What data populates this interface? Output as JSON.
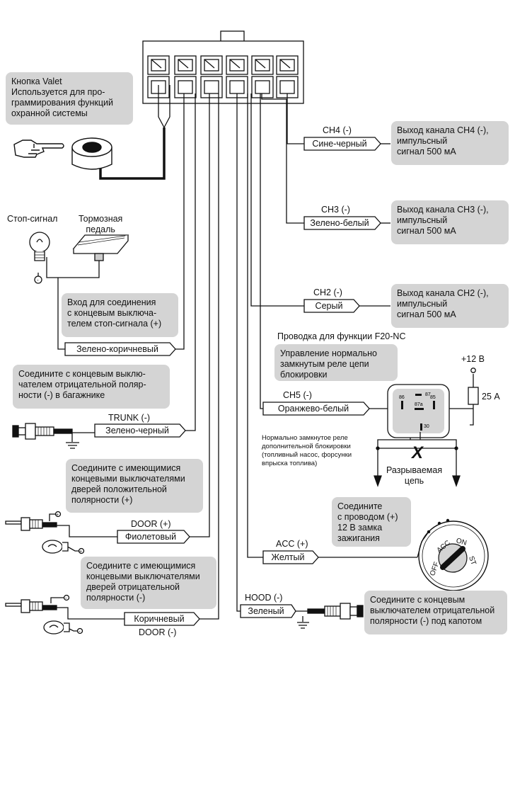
{
  "notes": {
    "valet": "Кнопка Valet\nИспользуется для про-\nграммирования функций\nохранной системы",
    "ch4": "Выход канала CH4 (-),\nимпульсный\nсигнал 500 мА",
    "ch3": "Выход канала CH3 (-),\nимпульсный\nсигнал 500 мА",
    "ch2": "Выход канала CH2 (-),\nимпульсный\nсигнал 500 мА",
    "brake": "Вход для соединения\nс концевым выключа-\nтелем стоп-сигнала (+)",
    "relay_control": "Управление нормально\nзамкнутым реле цепи\nблокировки",
    "trunk": "Соедините с концевым выклю-\nчателем отрицательной поляр-\nности (-) в багажнике",
    "door_pos": "Соедините с имеющимися\nконцевыми выключателями\nдверей положительной\nполярности (+)",
    "acc": "Соедините\nс проводом (+)\n12 В замка\nзажигания",
    "door_neg": "Соедините с имеющимися\nконцевыми выключателями\nдверей отрицательной\nполярности (-)",
    "hood": "Соедините с концевым\nвыключателем отрицательной\nполярности (-) под капотом"
  },
  "labels": {
    "stop_signal": "Стоп-сигнал",
    "brake_pedal": "Тормозная\nпедаль",
    "f20_title": "Проводка для функции F20-NC",
    "plus12": "+12 В",
    "fuse": "25 А",
    "nc_relay": "Нормально замкнутое реле\nдополнительной блокировки\n(топливный насос, форсунки\nвпрыска топлива)",
    "break_circuit": "Разрываемая\nцепь",
    "break_mark": "X",
    "minus": "-",
    "plus": "+"
  },
  "relay_pins": [
    "87",
    "86",
    "87a",
    "85",
    "30"
  ],
  "ignition": {
    "off": "OFF",
    "acc": "ACC",
    "on": "ON",
    "st": "ST"
  },
  "wires": [
    {
      "id": "ch4",
      "signal": "CH4 (-)",
      "color_name": "Сине-черный"
    },
    {
      "id": "ch3",
      "signal": "CH3 (-)",
      "color_name": "Зелено-белый"
    },
    {
      "id": "ch2",
      "signal": "CH2 (-)",
      "color_name": "Серый"
    },
    {
      "id": "brake",
      "signal": "",
      "color_name": "Зелено-коричневый"
    },
    {
      "id": "ch5",
      "signal": "CH5 (-)",
      "color_name": "Оранжево-белый"
    },
    {
      "id": "trunk",
      "signal": "TRUNK (-)",
      "color_name": "Зелено-черный"
    },
    {
      "id": "door_pos",
      "signal": "DOOR (+)",
      "color_name": "Фиолетовый"
    },
    {
      "id": "acc",
      "signal": "ACC (+)",
      "color_name": "Желтый"
    },
    {
      "id": "hood",
      "signal": "HOOD (-)",
      "color_name": "Зеленый"
    },
    {
      "id": "door_neg",
      "signal": "DOOR (-)",
      "color_name": "Коричневый"
    }
  ]
}
